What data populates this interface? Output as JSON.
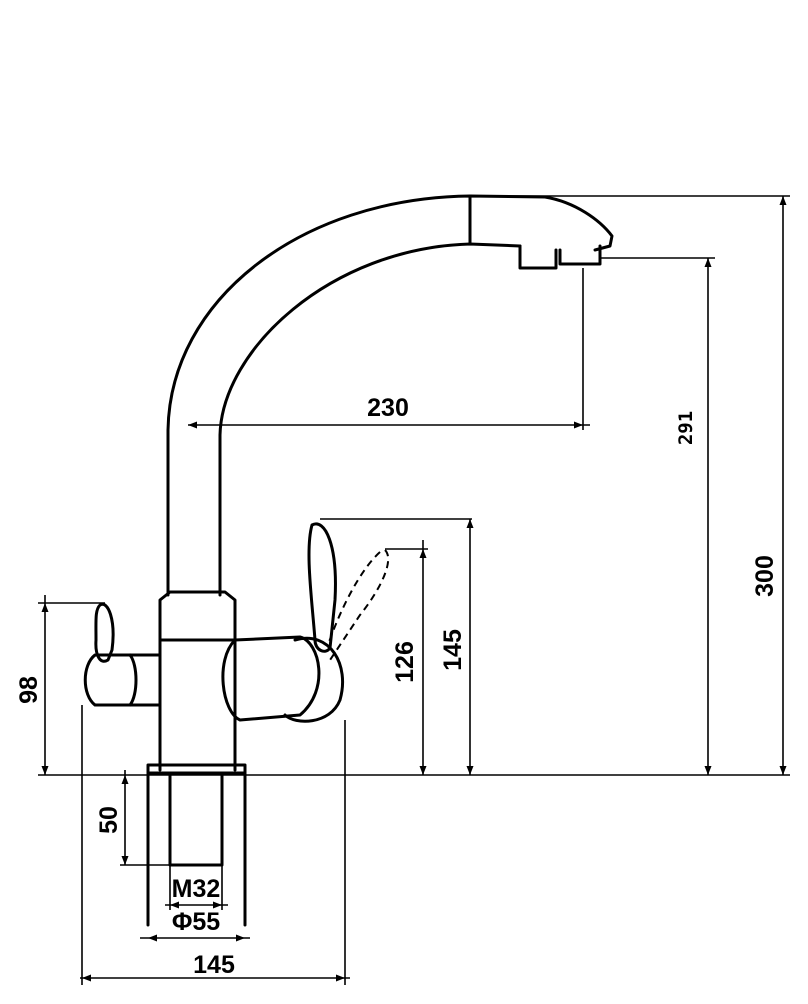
{
  "dimensions": {
    "spout_reach": "230",
    "outlet_height": "291",
    "total_height": "300",
    "left_handle_height": "98",
    "right_handle_height": "126",
    "right_handle_top_height": "145",
    "shank_length": "50",
    "thread": "M32",
    "base_diameter": "Φ55",
    "overall_width": "145"
  }
}
